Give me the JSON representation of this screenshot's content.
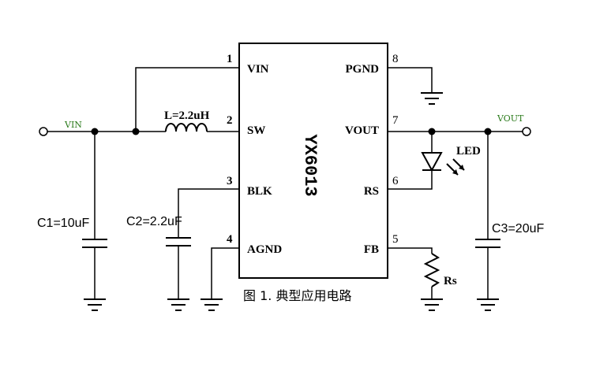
{
  "chip": {
    "name": "YX6013"
  },
  "pins": {
    "vin": {
      "number": "1",
      "label": "VIN"
    },
    "sw": {
      "number": "2",
      "label": "SW"
    },
    "blk": {
      "number": "3",
      "label": "BLK"
    },
    "agnd": {
      "number": "4",
      "label": "AGND"
    },
    "fb": {
      "number": "5",
      "label": "FB"
    },
    "rs": {
      "number": "6",
      "label": "RS"
    },
    "vout": {
      "number": "7",
      "label": "VOUT"
    },
    "pgnd": {
      "number": "8",
      "label": "PGND"
    }
  },
  "nets": {
    "vin": "VIN",
    "vout": "VOUT"
  },
  "components": {
    "inductor": "L=2.2uH",
    "c1": "C1=10uF",
    "c2": "C2=2.2uF",
    "c3": "C3=20uF",
    "led": "LED",
    "rs": "Rs"
  },
  "caption": "图 1. 典型应用电路"
}
